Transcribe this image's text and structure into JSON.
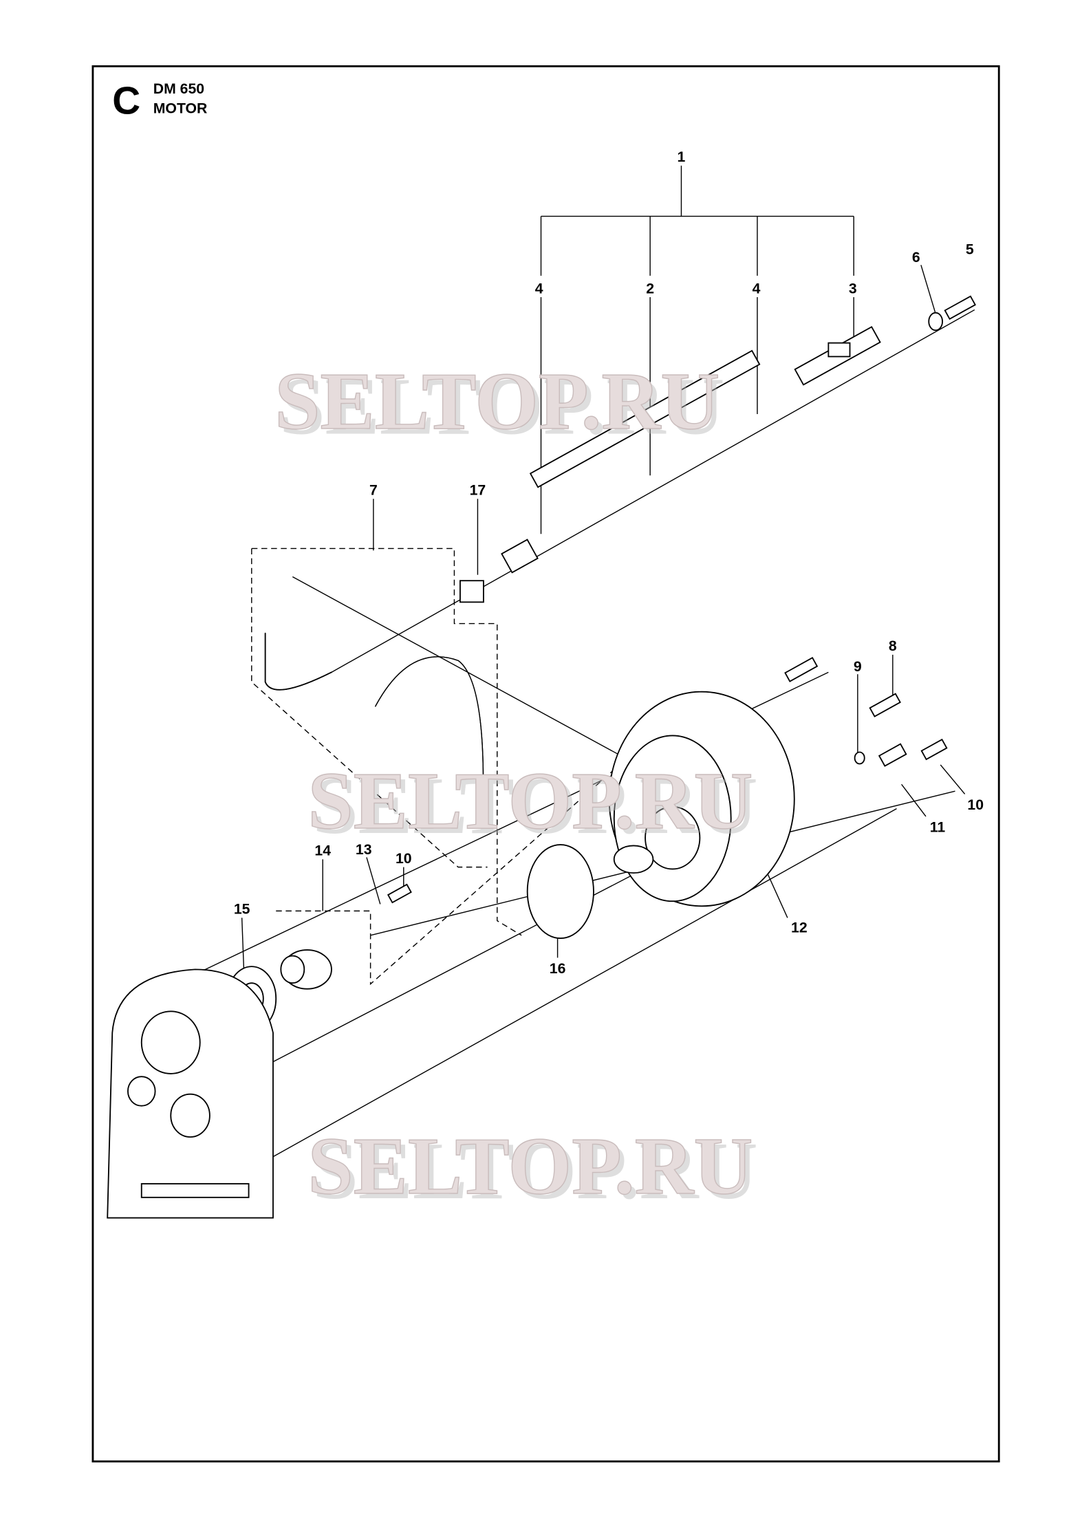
{
  "header": {
    "section_letter": "C",
    "model": "DM 650",
    "title": "MOTOR"
  },
  "callouts": [
    "1",
    "2",
    "3",
    "4",
    "4",
    "5",
    "6",
    "7",
    "8",
    "9",
    "10",
    "10",
    "11",
    "12",
    "13",
    "14",
    "15",
    "16",
    "17"
  ],
  "watermark": "SELTOP.RU",
  "colors": {
    "line": "#000000",
    "watermark": "#e6dcdc"
  }
}
